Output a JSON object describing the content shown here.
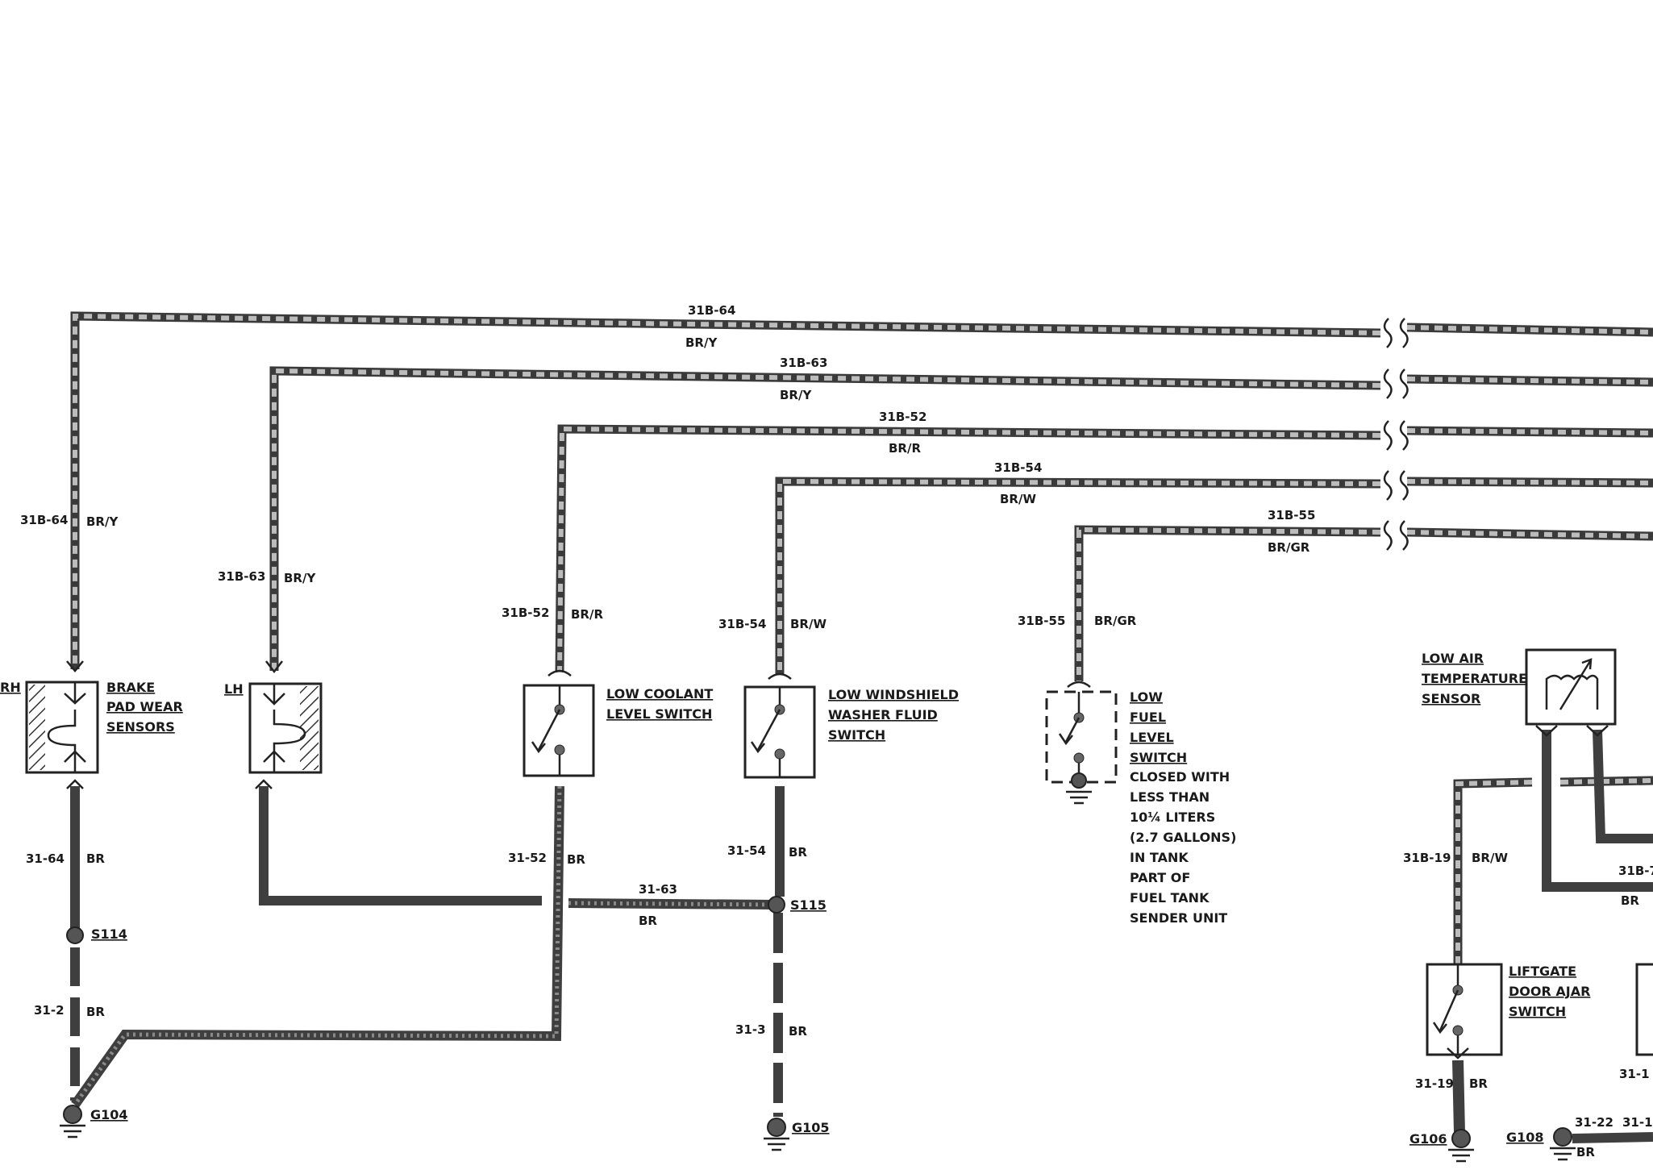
{
  "diagram": {
    "wires": [
      {
        "id": "w-31b64",
        "circuit": "31B-64",
        "color": "BR/Y",
        "circuit2": "31B-64",
        "color2": "BR/Y"
      },
      {
        "id": "w-31b63",
        "circuit": "31B-63",
        "color": "BR/Y",
        "circuit2": "31B-63",
        "color2": "BR/Y"
      },
      {
        "id": "w-31b52",
        "circuit": "31B-52",
        "color": "BR/R",
        "circuit2": "31B-52",
        "color2": "BR/R"
      },
      {
        "id": "w-31b54",
        "circuit": "31B-54",
        "color": "BR/W",
        "circuit2": "31B-54",
        "color2": "BR/W"
      },
      {
        "id": "w-31b55",
        "circuit": "31B-55",
        "color": "BR/GR",
        "circuit2": "31B-55",
        "color2": "BR/GR"
      }
    ],
    "ground_wires": [
      {
        "id": "g-31-64",
        "circuit": "31-64",
        "color": "BR"
      },
      {
        "id": "g-31-2",
        "circuit": "31-2",
        "color": "BR"
      },
      {
        "id": "g-31-52",
        "circuit": "31-52",
        "color": "BR"
      },
      {
        "id": "g-31-63",
        "circuit": "31-63",
        "color": "BR"
      },
      {
        "id": "g-31-54",
        "circuit": "31-54",
        "color": "BR"
      },
      {
        "id": "g-31-3",
        "circuit": "31-3",
        "color": "BR"
      },
      {
        "id": "g-31b19",
        "circuit": "31B-19",
        "color": "BR/W"
      },
      {
        "id": "g-31b7",
        "circuit": "31B-7",
        "color": "BR"
      },
      {
        "id": "g-31-19",
        "circuit": "31-19",
        "color": "BR"
      },
      {
        "id": "g-31-22",
        "circuit": "31-22",
        "color": "BR"
      },
      {
        "id": "g-31-1x",
        "circuit": "31-1",
        "color": ""
      },
      {
        "id": "g-31-1y",
        "circuit": "31-1",
        "color": ""
      }
    ],
    "splices": {
      "s114": "S114",
      "s115": "S115"
    },
    "grounds": {
      "g104": "G104",
      "g105": "G105",
      "g106": "G106",
      "g108": "G108"
    },
    "components": {
      "rh": "RH",
      "lh": "LH",
      "brake": [
        "BRAKE",
        "PAD WEAR",
        "SENSORS"
      ],
      "coolant": [
        "LOW COOLANT",
        "LEVEL SWITCH"
      ],
      "washer": [
        "LOW WINDSHIELD",
        "WASHER FLUID",
        "SWITCH"
      ],
      "fuel": [
        "LOW",
        "FUEL",
        "LEVEL",
        "SWITCH"
      ],
      "fuel_note": [
        "CLOSED WITH",
        "LESS THAN",
        "10¼ LITERS",
        "(2.7 GALLONS)",
        "IN TANK",
        "PART OF",
        "FUEL TANK",
        "SENDER UNIT"
      ],
      "air_temp": [
        "LOW AIR",
        "TEMPERATURE",
        "SENSOR"
      ],
      "liftgate": [
        "LIFTGATE",
        "DOOR AJAR",
        "SWITCH"
      ]
    }
  }
}
